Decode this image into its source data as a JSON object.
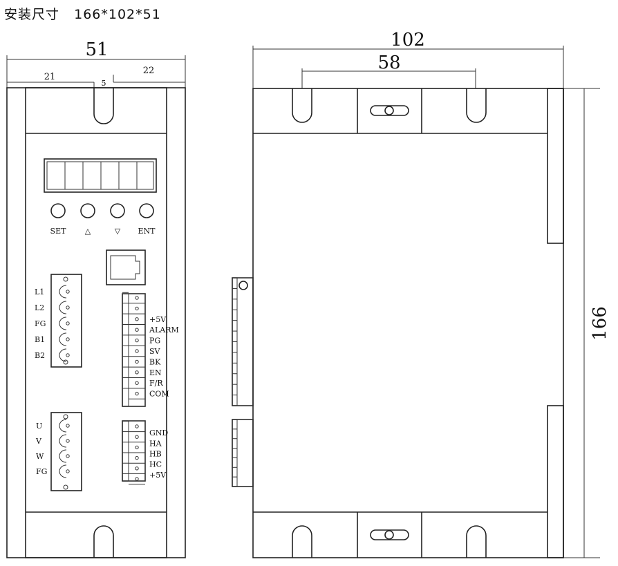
{
  "title": "安装尺寸   166*102*51",
  "dims": {
    "width_front": "51",
    "left_offset": "21",
    "slot_gap": "5",
    "right_offset": "22",
    "depth": "102",
    "hole_spacing": "58",
    "height": "166"
  },
  "buttons": [
    "SET",
    "△",
    "▽",
    "ENT"
  ],
  "power_terminal": [
    "L1",
    "L2",
    "FG",
    "B1",
    "B2"
  ],
  "signal_terminal": [
    "+5V",
    "ALARM",
    "PG",
    "SV",
    "BK",
    "EN",
    "F/R",
    "COM"
  ],
  "motor_terminal": [
    "U",
    "V",
    "W",
    "FG"
  ],
  "hall_terminal": [
    "GND",
    "HA",
    "HB",
    "HC",
    "+5V"
  ]
}
